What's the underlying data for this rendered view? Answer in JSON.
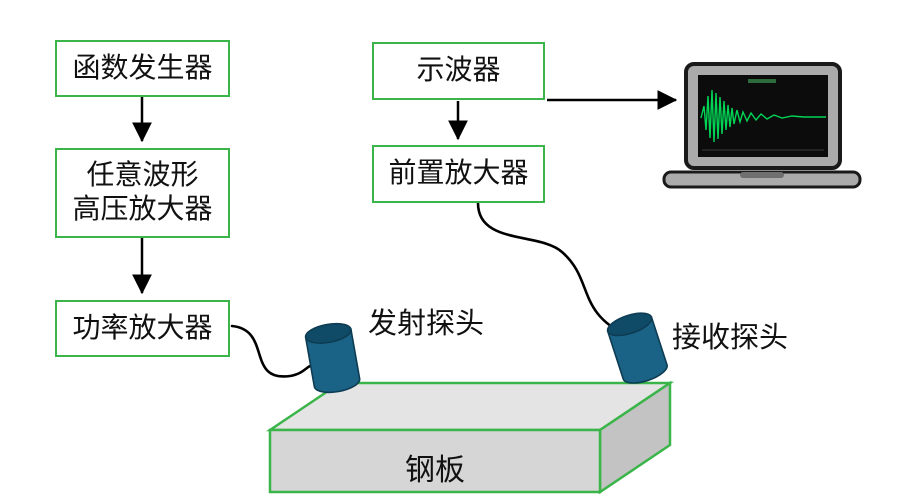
{
  "boxes": {
    "function_generator": {
      "label": "函数发生器"
    },
    "arbitrary_waveform_amplifier": {
      "line1": "任意波形",
      "line2": "高压放大器"
    },
    "power_amplifier": {
      "label": "功率放大器"
    },
    "oscilloscope": {
      "label": "示波器"
    },
    "preamplifier": {
      "label": "前置放大器"
    }
  },
  "labels": {
    "transmit_probe": "发射探头",
    "receive_probe": "接收探头",
    "steel_plate": "钢板"
  },
  "icons": {
    "laptop": "laptop-icon",
    "transmit_probe": "transducer-cylinder-icon",
    "receive_probe": "transducer-cylinder-icon",
    "waveform": "ultrasonic-signal-waveform"
  },
  "colors": {
    "box_border_green": "#3bb54a",
    "probe_blue": "#1b6386",
    "probe_top_blue": "#0f4a66",
    "plate_gray": "#d6d6d6",
    "waveform_green": "#00d455",
    "laptop_gray": "#ababab",
    "screen_black": "#0c0c0c",
    "line_black": "#000000"
  }
}
